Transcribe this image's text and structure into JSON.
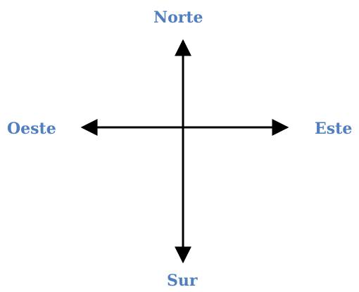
{
  "compass": {
    "north_label": "Norte",
    "south_label": "Sur",
    "west_label": "Oeste",
    "east_label": "Este"
  },
  "colors": {
    "label_color": "#4f7fbf",
    "axis_color": "#000000",
    "background": "#ffffff"
  }
}
